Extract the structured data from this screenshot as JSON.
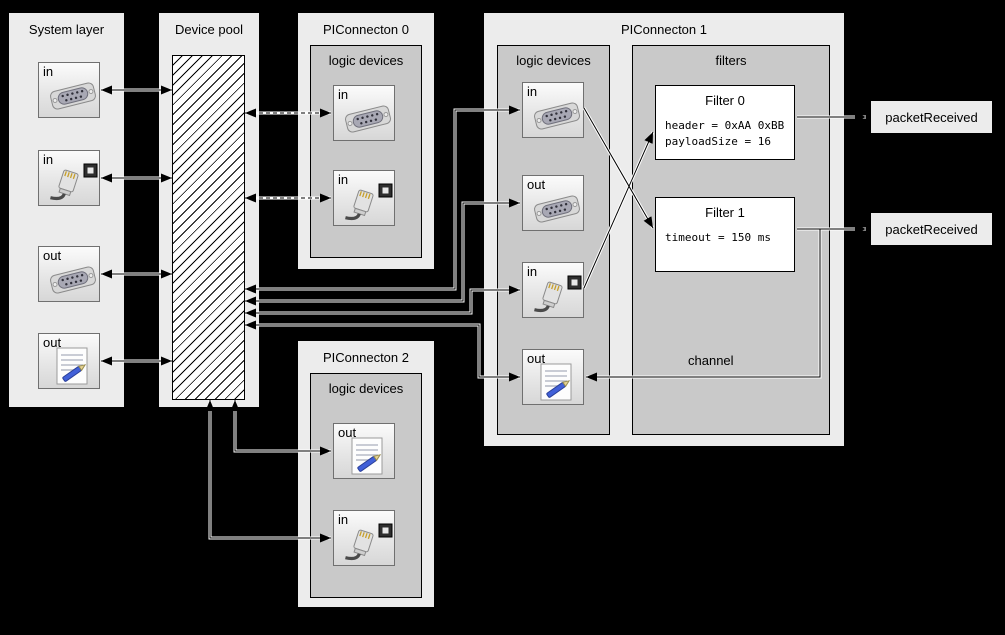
{
  "diagram": {
    "system_layer": {
      "title": "System layer",
      "devices": [
        {
          "label": "in",
          "icon": "serial-port"
        },
        {
          "label": "in",
          "icon": "ethernet"
        },
        {
          "label": "out",
          "icon": "serial-port"
        },
        {
          "label": "out",
          "icon": "document"
        }
      ]
    },
    "device_pool": {
      "title": "Device pool"
    },
    "piconnecton0": {
      "title": "PIConnecton 0",
      "group_label": "logic devices",
      "devices": [
        {
          "label": "in",
          "icon": "serial-port"
        },
        {
          "label": "in",
          "icon": "ethernet"
        }
      ]
    },
    "piconnecton1": {
      "title": "PIConnecton 1",
      "logic_group_label": "logic devices",
      "filters_group_label": "filters",
      "channel_label": "channel",
      "devices": [
        {
          "label": "in",
          "icon": "serial-port"
        },
        {
          "label": "out",
          "icon": "serial-port"
        },
        {
          "label": "in",
          "icon": "ethernet"
        },
        {
          "label": "out",
          "icon": "document"
        }
      ],
      "filters": [
        {
          "title": "Filter 0",
          "params": [
            "header = 0xAA 0xBB",
            "payloadSize = 16"
          ]
        },
        {
          "title": "Filter 1",
          "params": [
            "timeout = 150 ms"
          ]
        }
      ]
    },
    "piconnecton2": {
      "title": "PIConnecton 2",
      "group_label": "logic devices",
      "devices": [
        {
          "label": "out",
          "icon": "document"
        },
        {
          "label": "in",
          "icon": "ethernet"
        }
      ]
    },
    "events": [
      {
        "label": "packetReceived"
      },
      {
        "label": "packetReceived"
      }
    ],
    "colors": {
      "background": "#000000",
      "panel": "#ececec",
      "inner_panel": "#c9c9c9",
      "line": "#000000"
    }
  }
}
